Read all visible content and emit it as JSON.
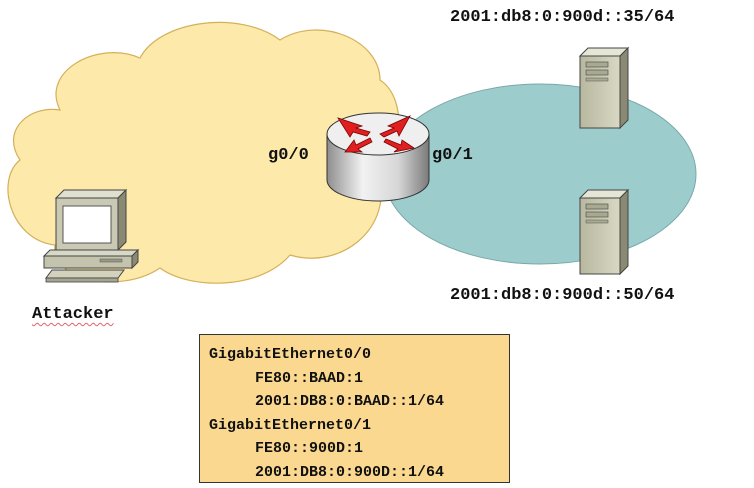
{
  "labels": {
    "server_top_address": "2001:db8:0:900d::35/64",
    "server_bottom_address": "2001:db8:0:900d::50/64",
    "router_interface_left": "g0/0",
    "router_interface_right": "g0/1",
    "attacker": "Attacker"
  },
  "config": {
    "lines": [
      {
        "text": "GigabitEthernet0/0",
        "indent": false
      },
      {
        "text": "FE80::BAAD:1",
        "indent": true
      },
      {
        "text": "2001:DB8:0:BAAD::1/64",
        "indent": true
      },
      {
        "text": "GigabitEthernet0/1",
        "indent": false
      },
      {
        "text": "FE80::900D:1",
        "indent": true
      },
      {
        "text": "2001:DB8:0:900D::1/64",
        "indent": true
      }
    ]
  },
  "colors": {
    "cloud_fill": "#fde9a9",
    "cloud_stroke": "#d4b05a",
    "lan_fill": "#9ccccc",
    "config_fill": "#fbd88f",
    "router_arrows": "#e02020"
  },
  "icons": {
    "router": "router-icon",
    "server": "server-tower-icon",
    "attacker": "desktop-computer-icon"
  }
}
